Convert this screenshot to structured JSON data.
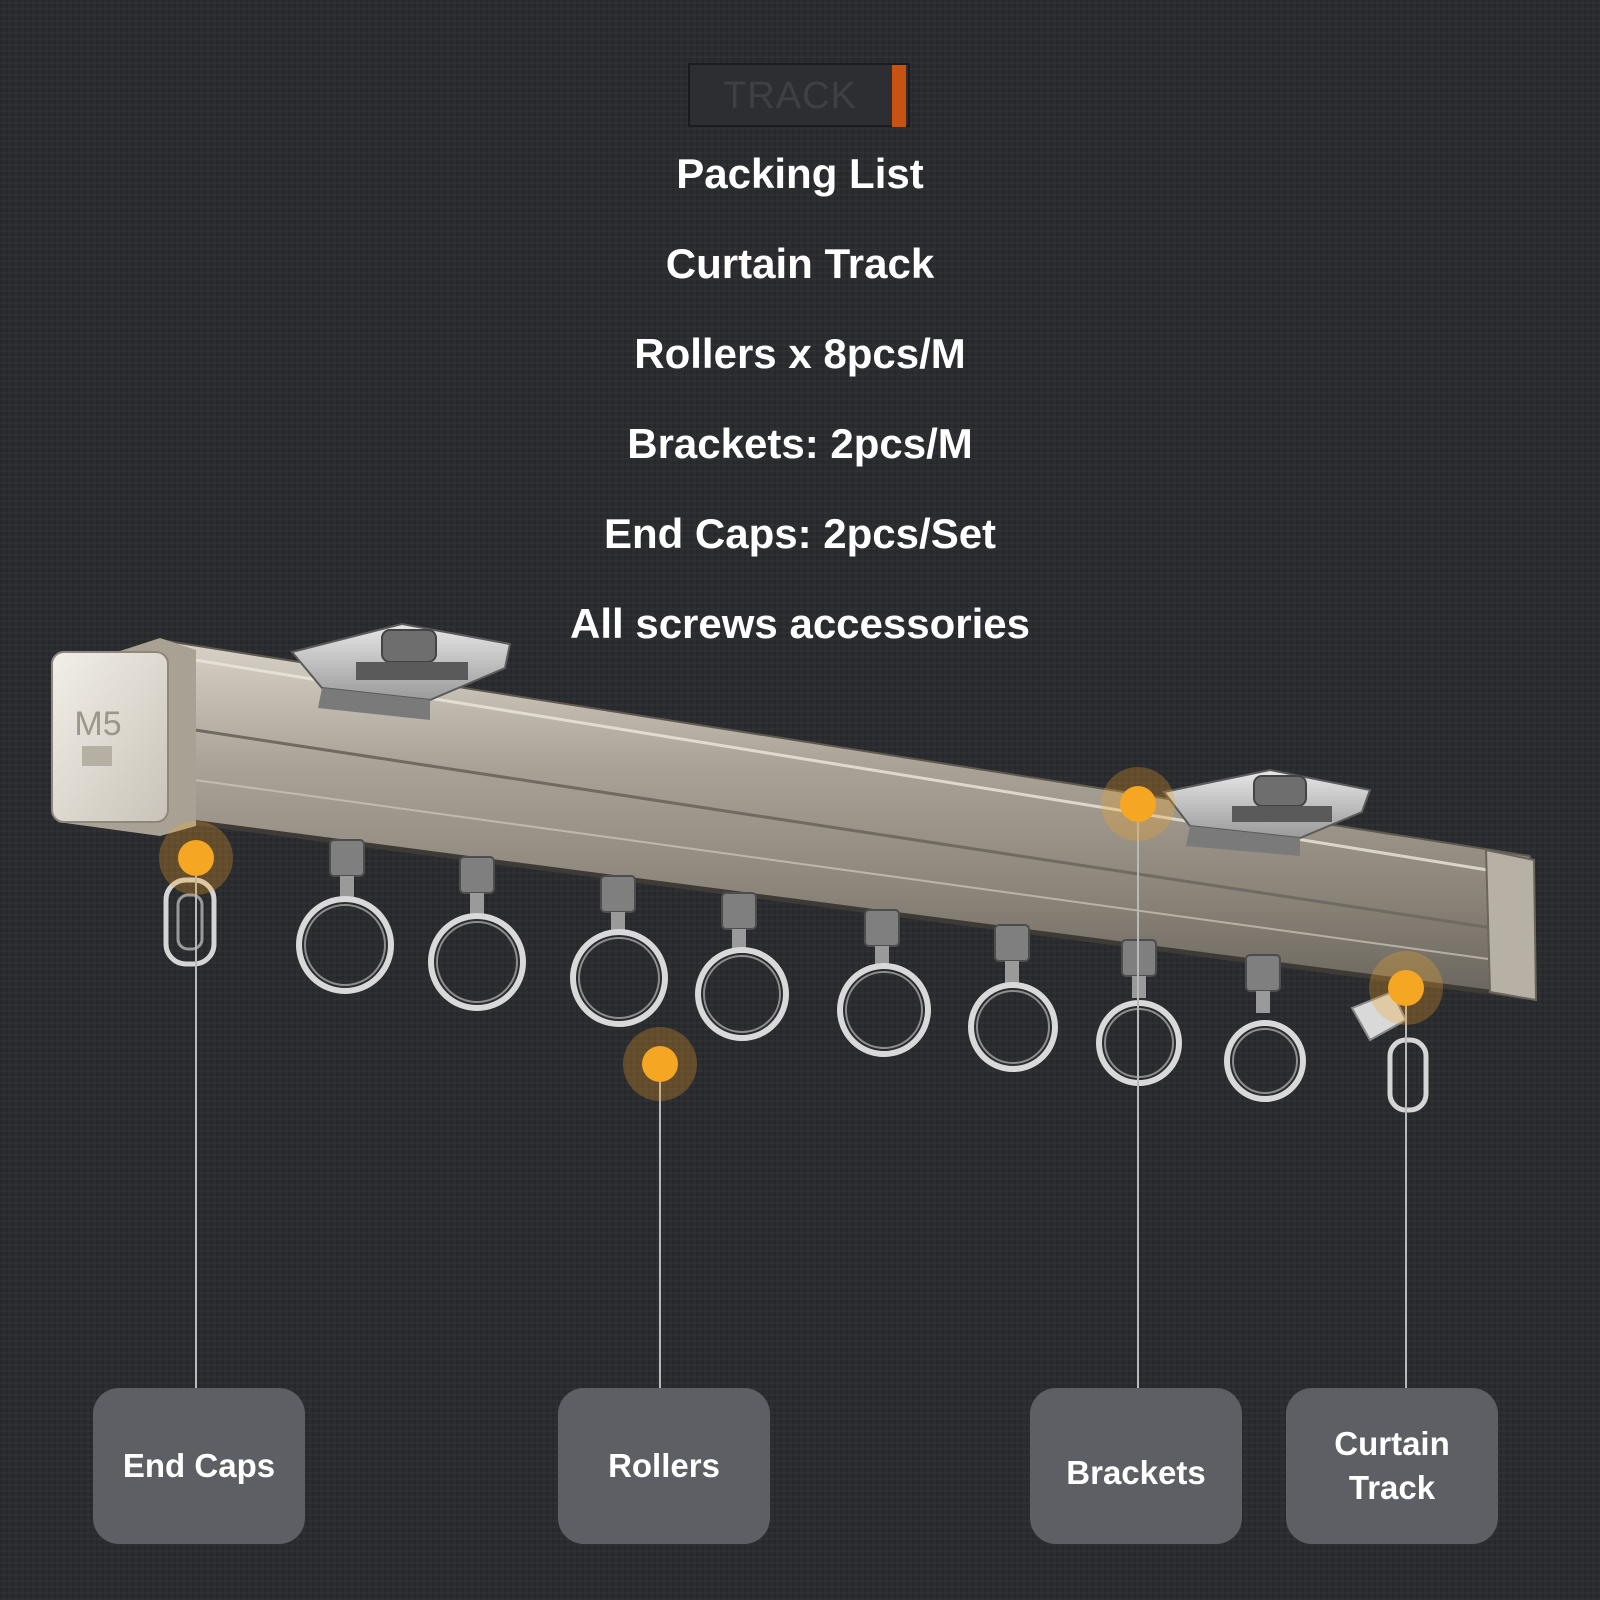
{
  "badge": {
    "text": "TRACK"
  },
  "packing_list": {
    "title": "Packing List",
    "items": [
      "Curtain Track",
      "Rollers x 8pcs/M",
      "Brackets: 2pcs/M",
      "End Caps: 2pcs/Set",
      "All screws accessories"
    ]
  },
  "end_cap_marking": "M5",
  "callouts": {
    "end_caps": "End Caps",
    "rollers": "Rollers",
    "brackets": "Brackets",
    "curtain_track_line1": "Curtain",
    "curtain_track_line2": "Track"
  },
  "colors": {
    "background": "#2b2c30",
    "accent": "#c8520f",
    "marker": "#f5a623",
    "label_box": "#5e5f64",
    "track": "#a49c90"
  }
}
